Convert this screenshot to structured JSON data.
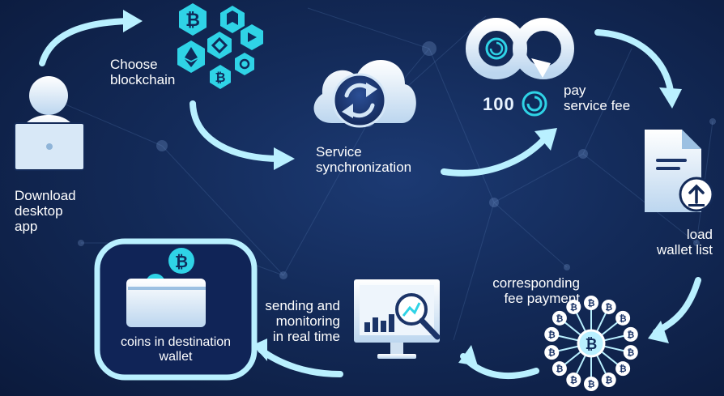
{
  "steps": {
    "download": {
      "lines": [
        "Download",
        "desktop",
        "app"
      ]
    },
    "choose": {
      "lines": [
        "Choose",
        "blockchain"
      ]
    },
    "sync": {
      "lines": [
        "Service",
        "synchronization"
      ]
    },
    "pay": {
      "lines": [
        "pay",
        "service fee"
      ],
      "amount": "100"
    },
    "load": {
      "lines": [
        "load",
        "wallet list"
      ]
    },
    "fee": {
      "lines": [
        "corresponding",
        "fee payment"
      ]
    },
    "monitor": {
      "lines": [
        "sending and",
        "monitoring",
        "in real time"
      ]
    },
    "wallet": {
      "lines": [
        "coins in destination",
        "wallet"
      ]
    }
  },
  "icons": {
    "bitcoin_symbol": "₿"
  },
  "colors": {
    "accent": "#a8eafc",
    "arrow": "#b9f0ff",
    "teal": "#2fd3e6",
    "background": "#132a58"
  }
}
